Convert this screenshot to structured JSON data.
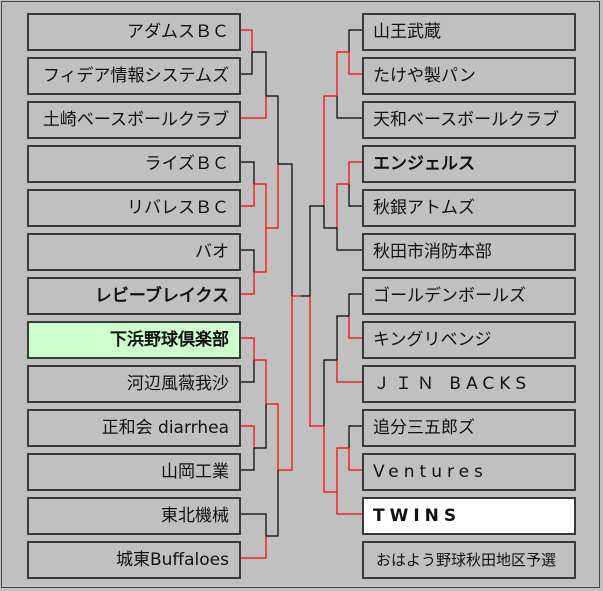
{
  "left_teams": [
    "アダムスＢＣ",
    "フィデア情報システムズ",
    "土崎ベースボールクラブ",
    "ライズＢＣ",
    "リバレスＢＣ",
    "バオ",
    "レビーブレイクス",
    "下浜野球倶楽部",
    "河辺風薇我沙",
    "正和会 diarrhea",
    "山岡工業",
    "東北機械",
    "城東Buffaloes"
  ],
  "right_teams": [
    "山王武蔵",
    "たけや製パン",
    "天和ベースボールクラブ",
    "エンジェルス",
    "秋銀アトムズ",
    "秋田市消防本部",
    "ゴールデンボールズ",
    "キングリベンジ",
    "ＪＩＮ BACKS",
    "追分三五郎ズ",
    "Ventures",
    "TWINS"
  ],
  "footer": "おはよう野球秋田地区予選",
  "colors": {
    "winner_line": "#ff0000",
    "line": "#000000",
    "background": "#c0c0c0",
    "highlight": "#ccffcc"
  }
}
